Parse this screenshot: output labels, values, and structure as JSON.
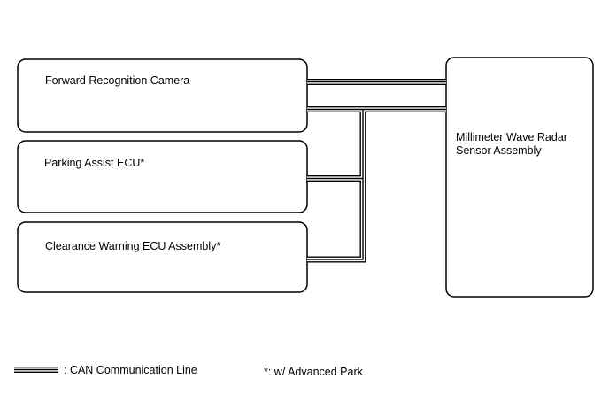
{
  "diagram": {
    "nodes": [
      {
        "id": "camera",
        "label": "Forward Recognition Camera"
      },
      {
        "id": "parking",
        "label": "Parking Assist ECU*"
      },
      {
        "id": "clearance",
        "label": "Clearance Warning ECU Assembly*"
      },
      {
        "id": "radar",
        "label_line1": "Millimeter Wave Radar",
        "label_line2": "Sensor Assembly"
      }
    ],
    "connections": [
      {
        "from": "camera",
        "to": "radar",
        "type": "CAN"
      },
      {
        "from": "parking",
        "to": "radar",
        "type": "CAN"
      },
      {
        "from": "clearance",
        "to": "radar",
        "type": "CAN"
      }
    ]
  },
  "legend": {
    "can_line": ": CAN Communication Line",
    "note": "*: w/ Advanced Park"
  }
}
